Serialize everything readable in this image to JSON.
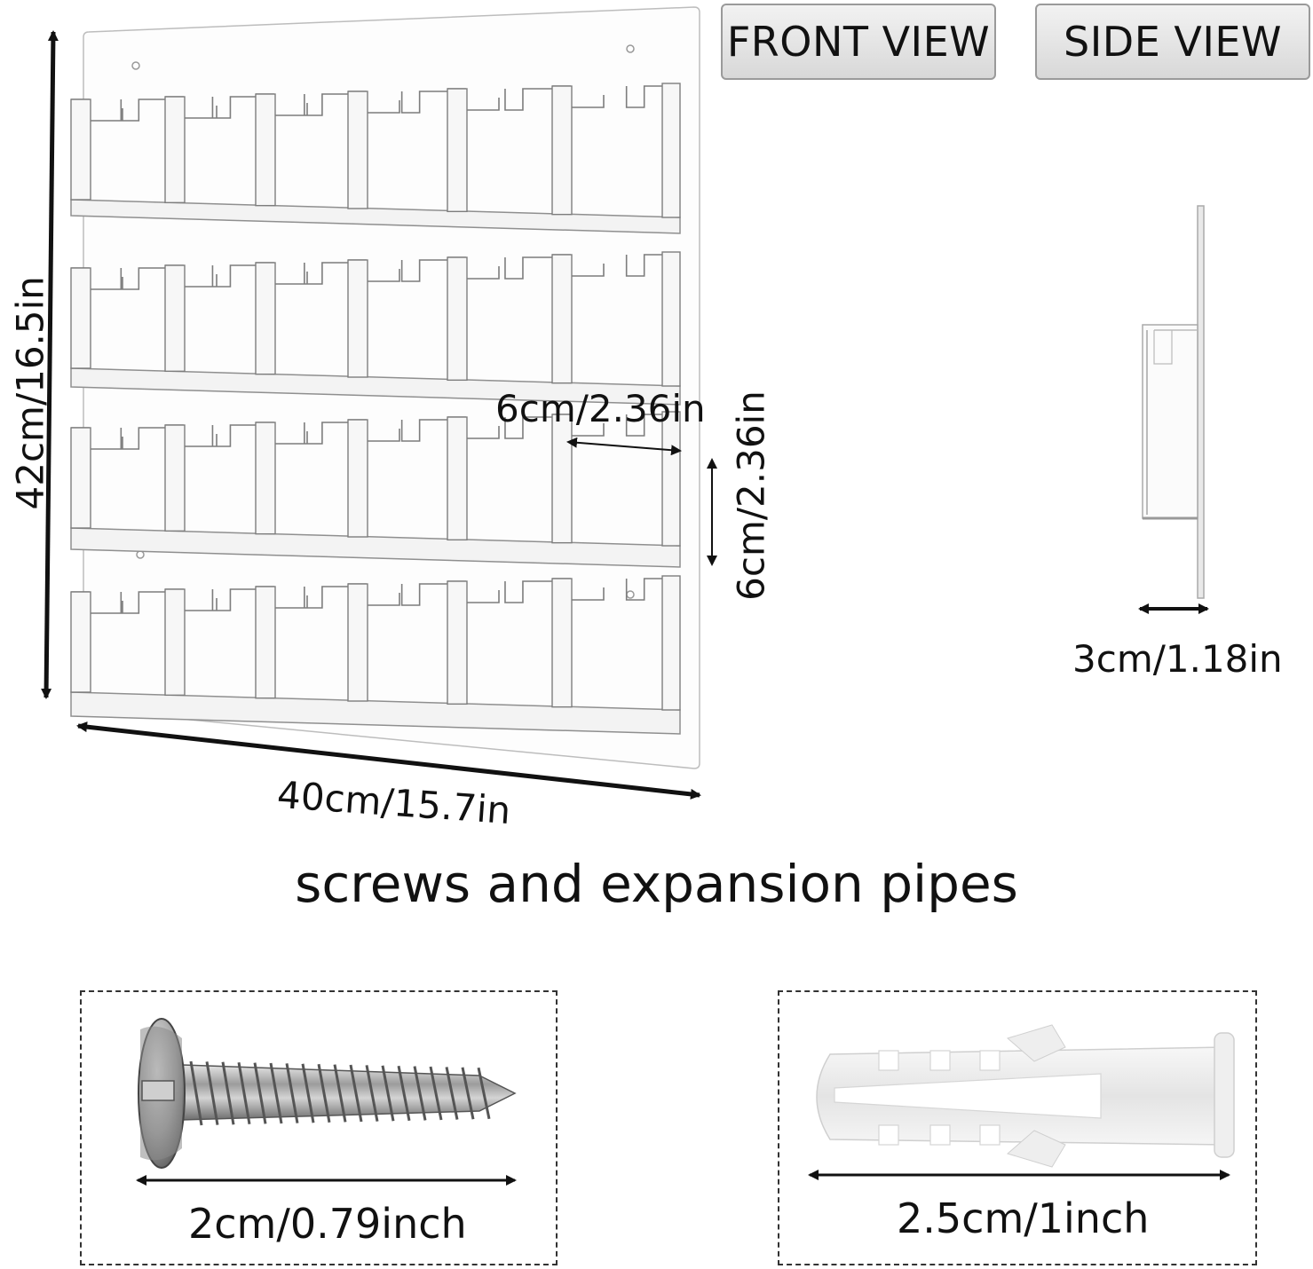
{
  "views": {
    "front_label": "FRONT VIEW",
    "side_label": "SIDE VIEW"
  },
  "dimensions": {
    "height": "42cm/16.5in",
    "width": "40cm/15.7in",
    "pocket_width": "6cm/2.36in",
    "pocket_height": "6cm/2.36in",
    "depth": "3cm/1.18in"
  },
  "hardware": {
    "title": "screws and expansion pipes",
    "screw_length": "2cm/0.79inch",
    "anchor_length": "2.5cm/1inch"
  },
  "layout_counts": {
    "rows": 4,
    "pockets_per_row": 6
  }
}
